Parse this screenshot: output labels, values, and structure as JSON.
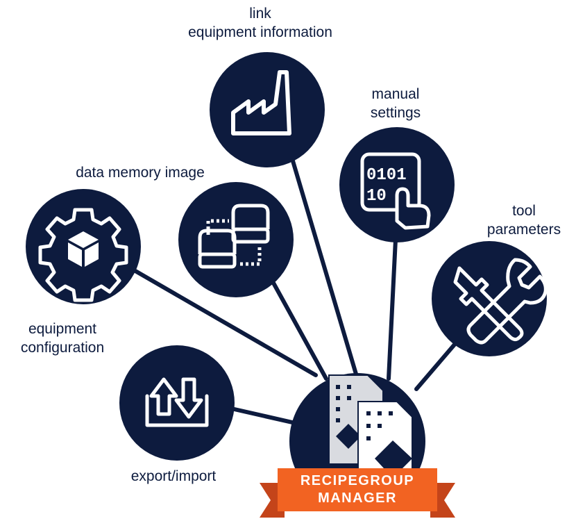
{
  "colors": {
    "navy": "#0d1b3e",
    "orange": "#f26322",
    "orange_dark": "#c4441a",
    "white": "#ffffff"
  },
  "center": {
    "banner_line1": "RECIPEGROUP",
    "banner_line2": "MANAGER",
    "icon": "recipe-documents-icon"
  },
  "nodes": {
    "link_equipment": {
      "line1": "link",
      "line2": "equipment information",
      "icon": "factory-icon"
    },
    "manual_settings": {
      "line1": "manual",
      "line2": "settings",
      "icon": "binary-touch-icon"
    },
    "data_memory_image": {
      "label": "data memory image",
      "icon": "storage-transfer-icon"
    },
    "tool_parameters": {
      "line1": "tool",
      "line2": "parameters",
      "icon": "tools-icon"
    },
    "equipment_configuration": {
      "line1": "equipment",
      "line2": "configuration",
      "icon": "gear-cube-icon"
    },
    "export_import": {
      "label": "export/import",
      "icon": "export-import-icon"
    }
  }
}
